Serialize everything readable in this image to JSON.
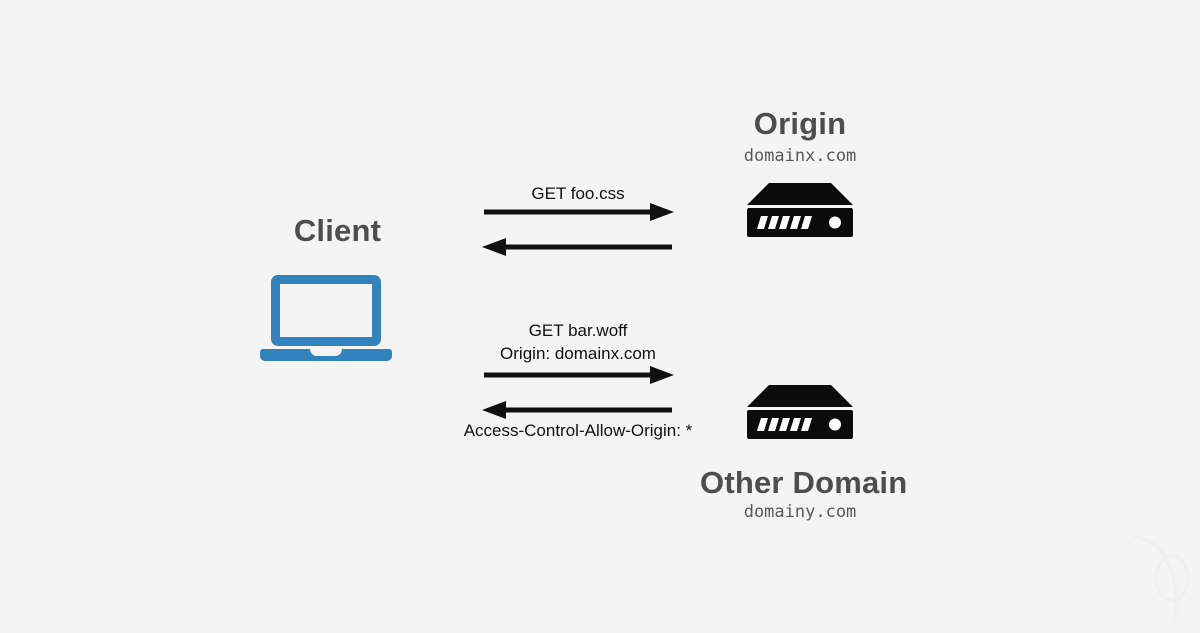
{
  "diagram": {
    "title": "CORS request flow diagram",
    "background_color": "#f4f4f4",
    "accent_color": "#3182bd",
    "arrow_color": "#111111",
    "label_color": "#4d4d4d"
  },
  "nodes": {
    "client": {
      "label": "Client",
      "icon": "laptop-icon"
    },
    "origin": {
      "label": "Origin",
      "domain": "domainx.com",
      "icon": "server-icon"
    },
    "other_domain": {
      "label": "Other Domain",
      "domain": "domainy.com",
      "icon": "server-icon"
    }
  },
  "exchanges": [
    {
      "name": "same-origin-exchange",
      "request_label": "GET foo.css",
      "request_direction": "right",
      "response_label": "",
      "response_direction": "left"
    },
    {
      "name": "cross-origin-exchange",
      "request_label_line1": "GET bar.woff",
      "request_label_line2": "Origin: domainx.com",
      "request_direction": "right",
      "response_label": "Access-Control-Allow-Origin: *",
      "response_direction": "left"
    }
  ]
}
